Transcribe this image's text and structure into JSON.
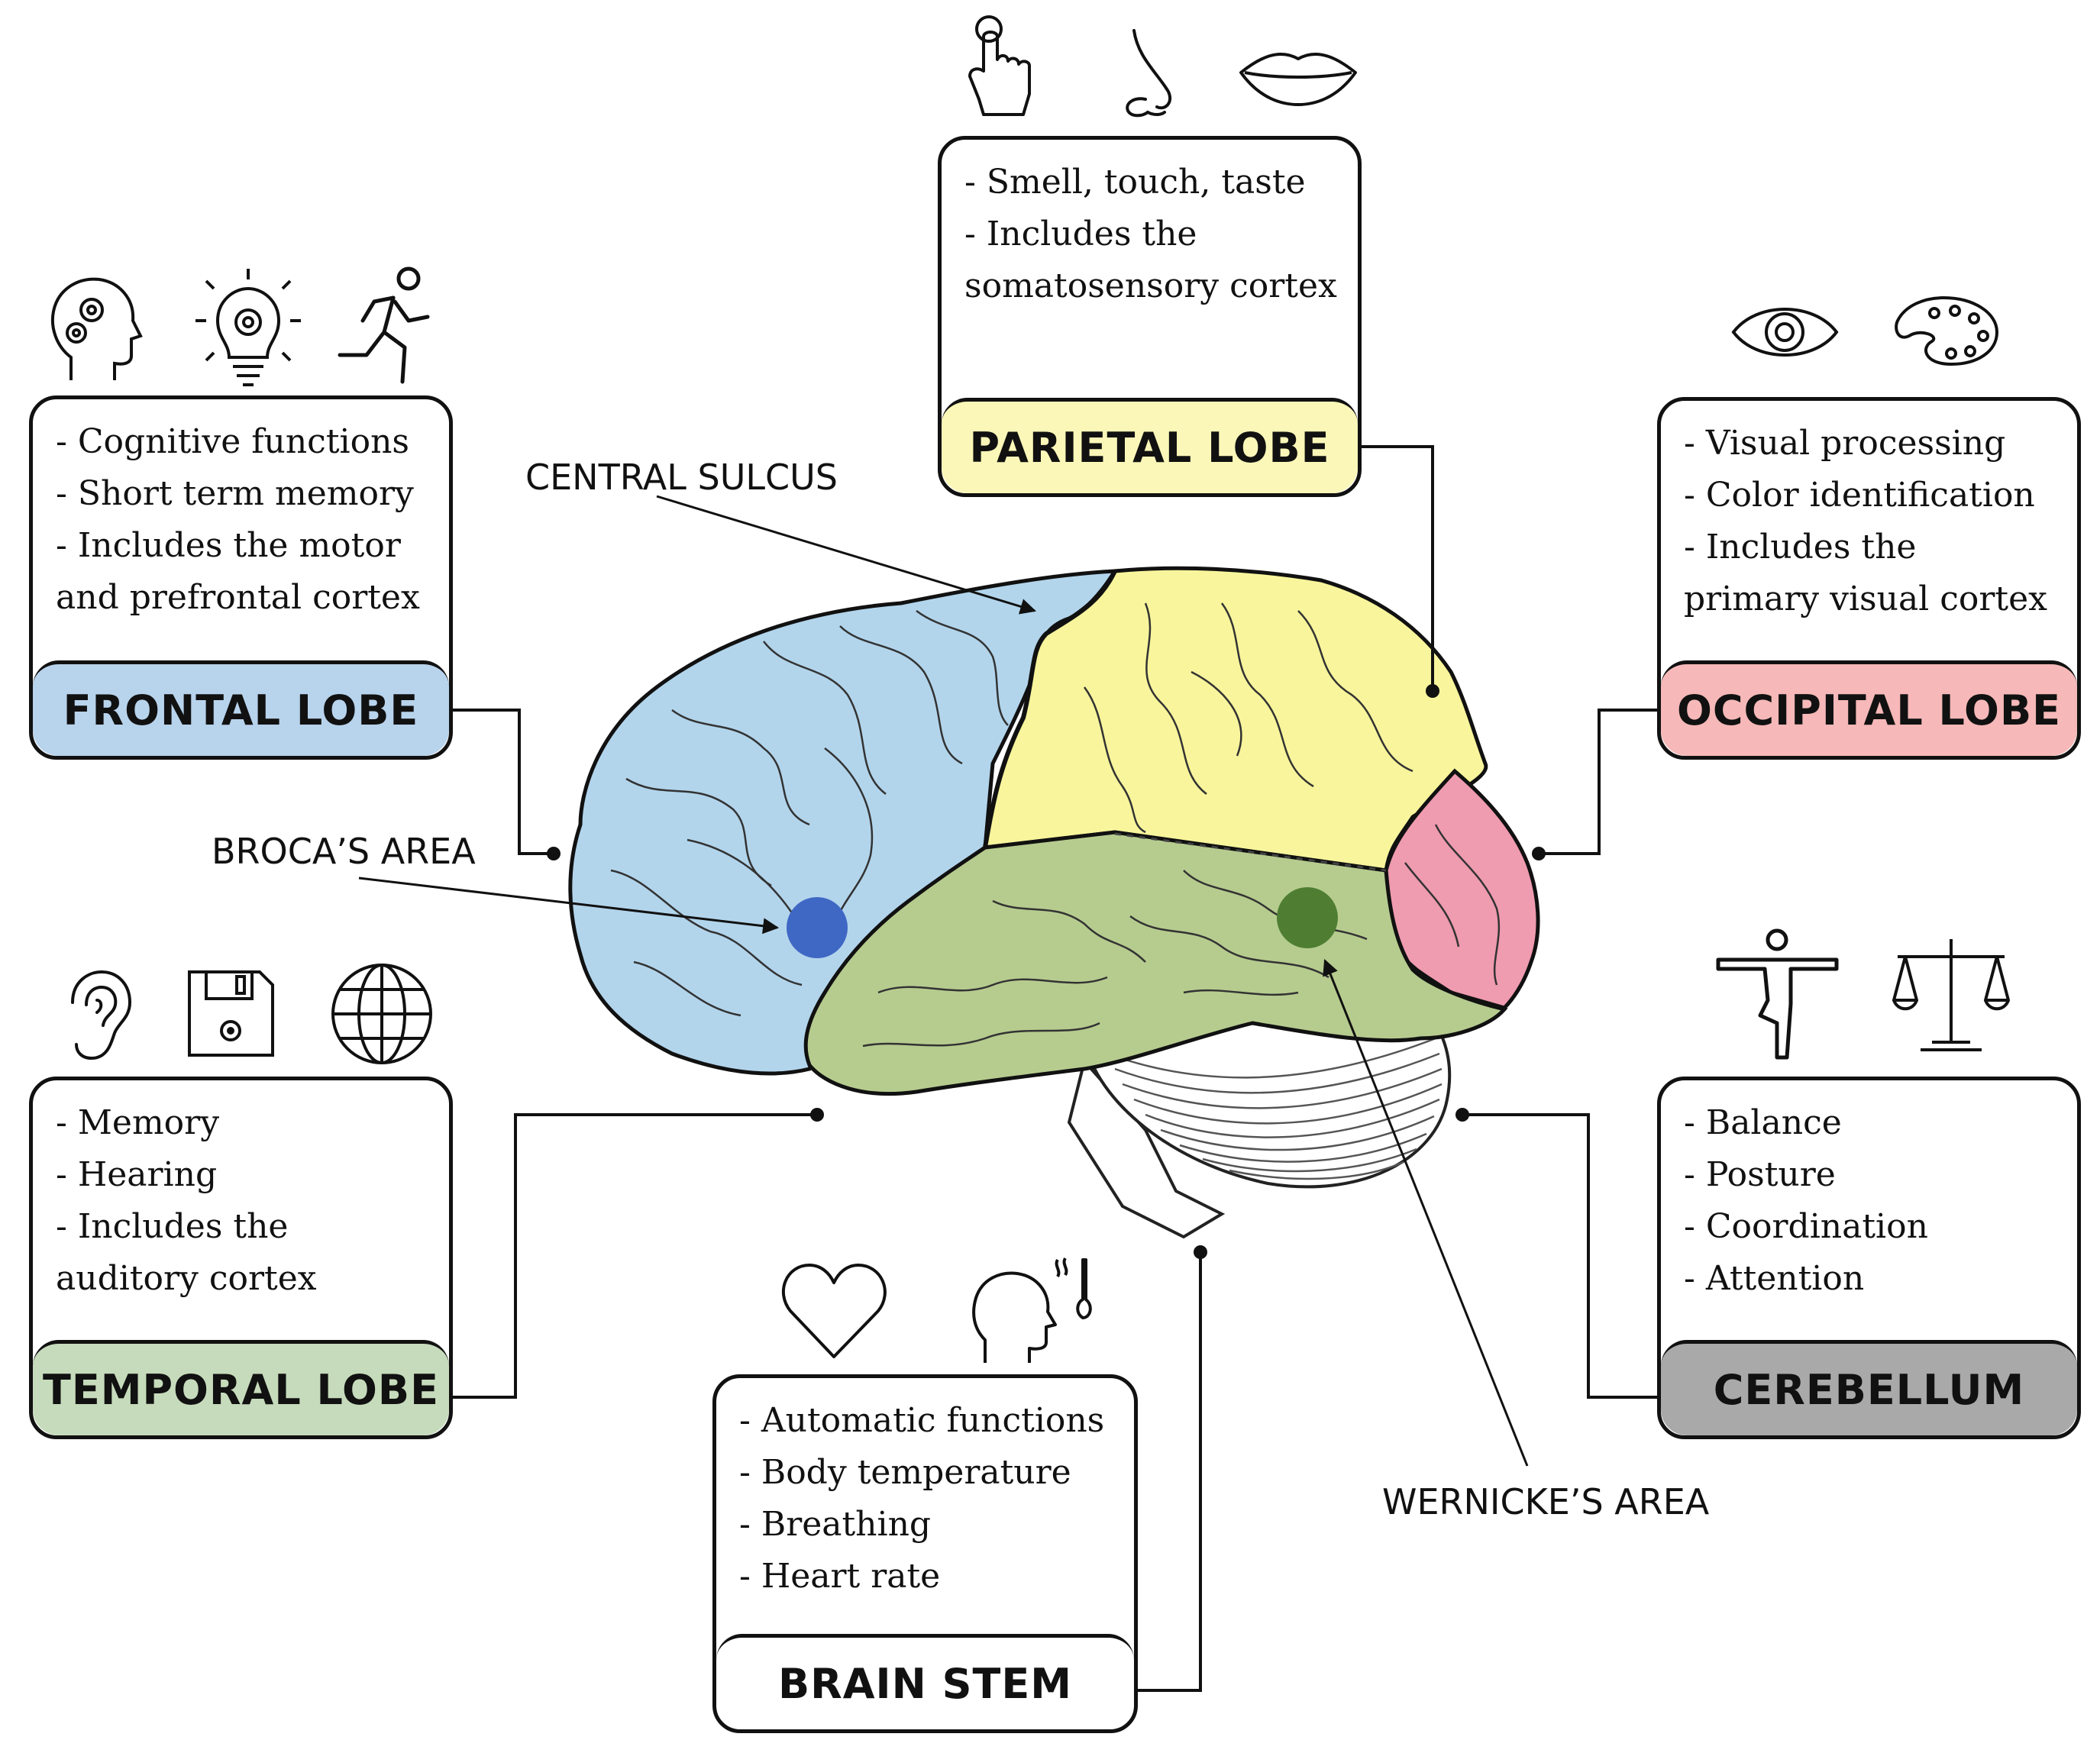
{
  "colors": {
    "frontal": "#b8d3ec",
    "parietal": "#faf7b8",
    "occipital": "#f6b8b8",
    "temporal": "#c6dbbb",
    "cerebellum": "#a9a9a9",
    "brainstem": "#ffffff",
    "brain_blue": "#b2d5ec",
    "brain_yellow": "#f8f59c",
    "brain_green": "#b6cc8f",
    "brain_pink": "#ef9bb0",
    "broca_dot": "#3f67c4",
    "wernicke_dot": "#4f7e33"
  },
  "icons": {
    "frontal": [
      "head-gears-icon",
      "lightbulb-gear-icon",
      "running-person-icon"
    ],
    "parietal": [
      "pointing-hand-icon",
      "nose-icon",
      "lips-icon"
    ],
    "occipital": [
      "eye-icon",
      "palette-icon"
    ],
    "temporal": [
      "ear-icon",
      "floppy-disk-icon",
      "globe-icon"
    ],
    "cerebellum": [
      "yoga-pose-icon",
      "scales-icon"
    ],
    "brainstem": [
      "heart-icon",
      "head-temperature-icon"
    ]
  },
  "cards": {
    "frontal": {
      "title": "FRONTAL LOBE",
      "lines": [
        "- Cognitive functions",
        "- Short term memory",
        "- Includes the motor",
        "and prefrontal cortex"
      ]
    },
    "parietal": {
      "title": "PARIETAL LOBE",
      "lines": [
        "- Smell, touch, taste",
        "- Includes the",
        "somatosensory cortex"
      ]
    },
    "occipital": {
      "title": "OCCIPITAL LOBE",
      "lines": [
        "- Visual processing",
        "- Color identification",
        "- Includes the",
        "primary visual cortex"
      ]
    },
    "temporal": {
      "title": "TEMPORAL LOBE",
      "lines": [
        "- Memory",
        "- Hearing",
        "- Includes the",
        "auditory cortex"
      ]
    },
    "cerebellum": {
      "title": "CEREBELLUM",
      "lines": [
        "- Balance",
        "- Posture",
        "- Coordination",
        "- Attention"
      ]
    },
    "brainstem": {
      "title": "BRAIN STEM",
      "lines": [
        "- Automatic functions",
        "- Body temperature",
        "- Breathing",
        "- Heart rate"
      ]
    }
  },
  "labels": {
    "central_sulcus": "CENTRAL SULCUS",
    "broca": "BROCA’S AREA",
    "wernicke": "WERNICKE’S AREA"
  }
}
